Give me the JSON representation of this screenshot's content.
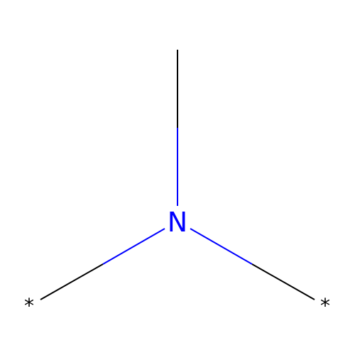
{
  "molecule": {
    "atoms": [
      {
        "id": "n1",
        "label": "N",
        "color": "#0000ff"
      },
      {
        "id": "c1",
        "label": "",
        "color": "#000000"
      },
      {
        "id": "r1",
        "label": "*",
        "color": "#000000"
      },
      {
        "id": "r2",
        "label": "*",
        "color": "#000000"
      }
    ],
    "bonds": [
      {
        "id": "b1",
        "from": "n1",
        "to": "c1",
        "order": 1
      },
      {
        "id": "b2",
        "from": "n1",
        "to": "r1",
        "order": 1
      },
      {
        "id": "b3",
        "from": "n1",
        "to": "r2",
        "order": 1
      }
    ],
    "colors": {
      "nitrogen": "#0000ff",
      "carbon": "#000000",
      "background": "#ffffff"
    }
  }
}
